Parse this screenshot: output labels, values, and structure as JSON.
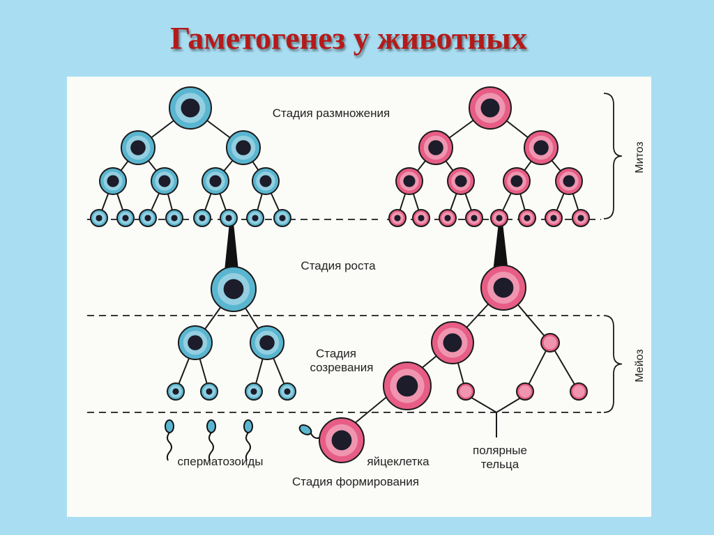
{
  "title": "Гаметогенез  у   животных",
  "labels": {
    "reproduction": "Стадия размножения",
    "growth": "Стадия роста",
    "maturation_1": "Стадия",
    "maturation_2": "созревания",
    "formation": "Стадия формирования",
    "sperm": "сперматозоиды",
    "egg": "яйцеклетка",
    "polar_1": "полярные",
    "polar_2": "тельца",
    "mitosis": "Митоз",
    "meiosis": "Мейоз"
  },
  "colors": {
    "background": "#a9def2",
    "title": "#b51a1a",
    "male_cell": "#5ab6d0",
    "female_cell": "#e75d86",
    "nucleus": "#1c1c2a"
  }
}
